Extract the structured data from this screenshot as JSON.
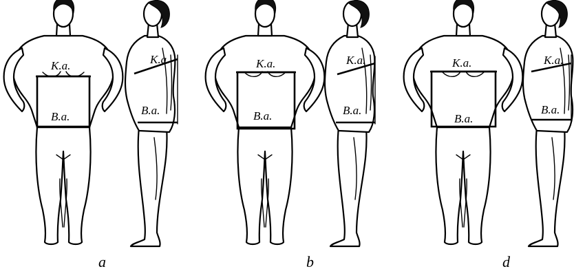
{
  "labels": {
    "chest": "K.a.",
    "waist": "B.a."
  },
  "figures": [
    {
      "id": "a",
      "caption": "a"
    },
    {
      "id": "b",
      "caption": "b"
    },
    {
      "id": "d",
      "caption": "d"
    }
  ]
}
